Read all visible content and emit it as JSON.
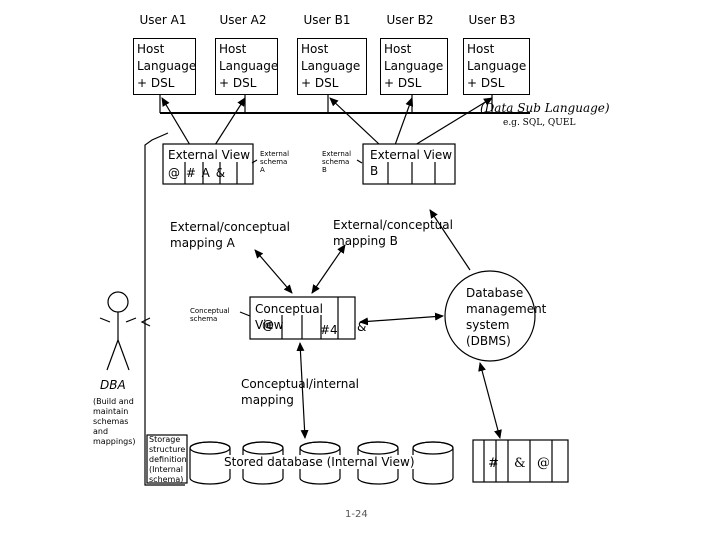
{
  "users": [
    {
      "name": "User A1",
      "host": "Host\nLanguage\n+ DSL"
    },
    {
      "name": "User A2",
      "host": "Host\nLanguage\n+ DSL"
    },
    {
      "name": "User B1",
      "host": "Host\nLanguage\n+ DSL"
    },
    {
      "name": "User B2",
      "host": "Host\nLanguage\n+ DSL"
    },
    {
      "name": "User B3",
      "host": "Host\nLanguage\n+ DSL"
    }
  ],
  "dsl": {
    "title": "(Data Sub Language)",
    "example": "e.g. SQL, QUEL"
  },
  "external_a": {
    "title": "External View",
    "symbols": "@ # A &",
    "schema": "External\nschema\nA"
  },
  "external_b": {
    "title": "External View\nB",
    "schema": "External\nschema\nB"
  },
  "mapping_a": "External/conceptual\nmapping A",
  "mapping_b": "External/conceptual\nmapping B",
  "conceptual": {
    "schema_label": "Conceptual\nschema",
    "view": "Conceptual\nView",
    "cells": [
      "@",
      "#4",
      "&"
    ]
  },
  "dbms": "Database\nmanagement\nsystem\n(DBMS)",
  "dba": {
    "label": "DBA",
    "note": "(Build and\nmaintain\nschemas\nand\nmappings)"
  },
  "conceptual_internal": "Conceptual/internal\nmapping",
  "storage": "Storage\nstructure\ndefinition\n(Internal\nschema)",
  "stored_db": "Stored database (Internal View)",
  "storage_cells": [
    "#",
    "&",
    "@"
  ],
  "page_number": "1-24"
}
